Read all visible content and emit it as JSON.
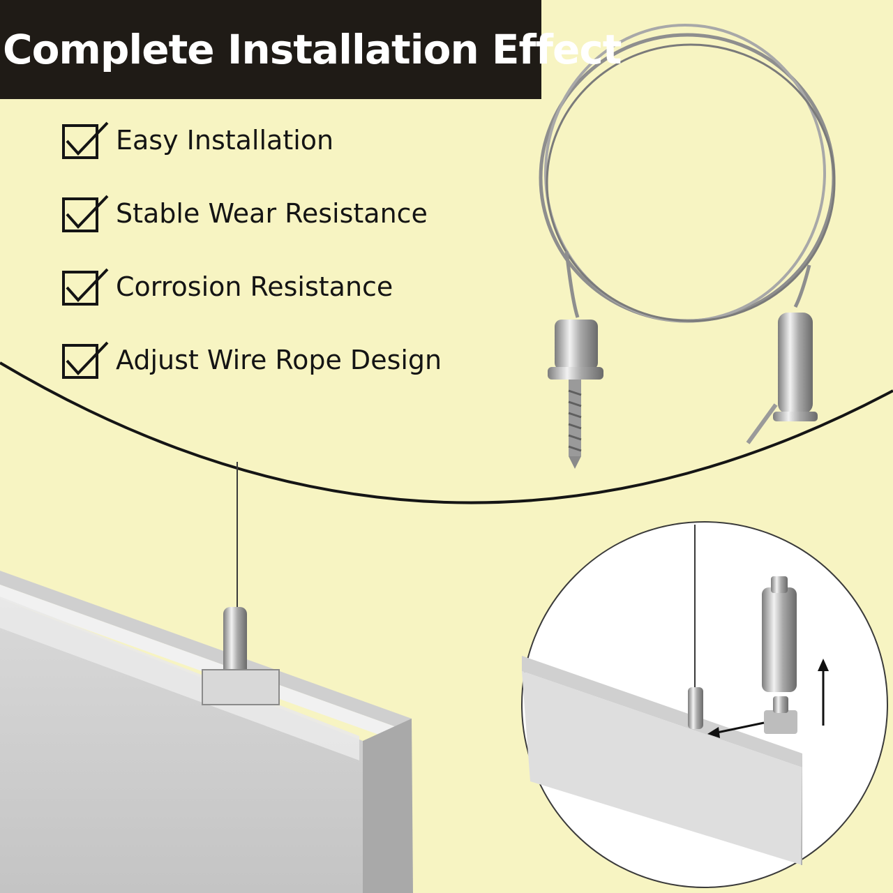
{
  "header": {
    "title": "Complete Installation Effect"
  },
  "features": [
    {
      "label": "Easy Installation",
      "icon": "checkbox-checked-icon"
    },
    {
      "label": "Stable Wear Resistance",
      "icon": "checkbox-checked-icon"
    },
    {
      "label": "Corrosion Resistance",
      "icon": "checkbox-checked-icon"
    },
    {
      "label": "Adjust Wire Rope Design",
      "icon": "checkbox-checked-icon"
    }
  ],
  "colors": {
    "background": "#f7f4c2",
    "banner": "#1f1b16",
    "text": "#141414",
    "metal": "#b8b8b8"
  }
}
